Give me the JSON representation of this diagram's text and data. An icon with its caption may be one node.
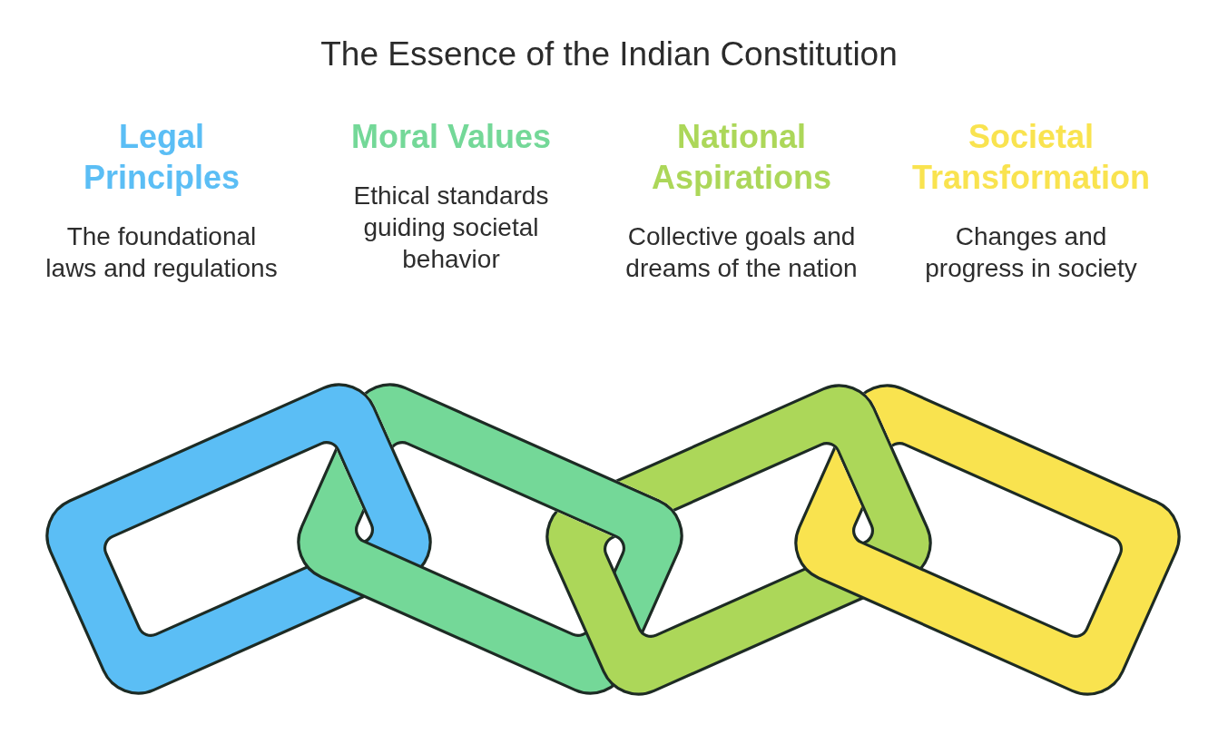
{
  "diagram": {
    "title": "The Essence of the Indian Constitution",
    "labels": [
      "Legal Principles",
      "The foundational laws and regulations",
      "Moral Values",
      "Ethical standards guiding societal behavior",
      "National Aspirations",
      "Collective goals and dreams of the nation",
      "Societal Transformation",
      "Changes and progress in society"
    ]
  }
}
